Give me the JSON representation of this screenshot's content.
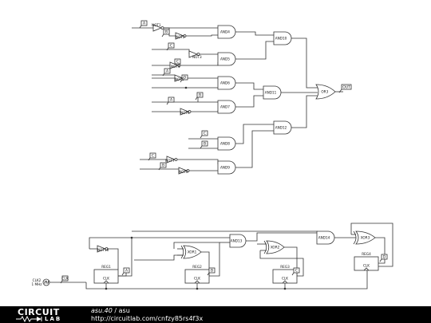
{
  "footer": {
    "logo_top": "CIRCUIT",
    "logo_bottom": "LAB",
    "circuit_id": "asu.40",
    "separator": " / ",
    "circuit_name": "asu",
    "url": "http://circuitlab.com/cnfzy85rs4f3x"
  },
  "schematic": {
    "combinational": {
      "inputs": [
        "A",
        "B",
        "C",
        "C",
        "A",
        "D",
        "A",
        "B",
        "C",
        "B"
      ],
      "not_gates": [
        "NOT1",
        "NOT2",
        "NOT3",
        "NOT4",
        "NOT5",
        "NOT6",
        "NOT7",
        "NOT8",
        "NOT9"
      ],
      "and_gates": [
        "AND4",
        "AND5",
        "AND6",
        "AND7",
        "AND8",
        "AND9"
      ],
      "and_level2": [
        "AND10",
        "AND11",
        "AND12"
      ],
      "or_gate": "OR3",
      "output": "OUT"
    },
    "sequential": {
      "clock_name": "CLK2",
      "clock_freq": "1 MHz",
      "clock_label": "CLK",
      "registers": [
        "REG1",
        "REG2",
        "REG3",
        "REG4"
      ],
      "reg_clk_label": "CLK",
      "reg_outputs": [
        "A",
        "B",
        "C",
        "D"
      ],
      "not_gate": "NOT10",
      "xor_gates": [
        "XOR1",
        "XOR2",
        "XOR3"
      ],
      "and_gates": [
        "AND13",
        "AND14"
      ]
    }
  },
  "colors": {
    "background": "#ffffff",
    "wire": "#333333",
    "footer_bg": "#000000",
    "footer_text": "#ffffff"
  }
}
